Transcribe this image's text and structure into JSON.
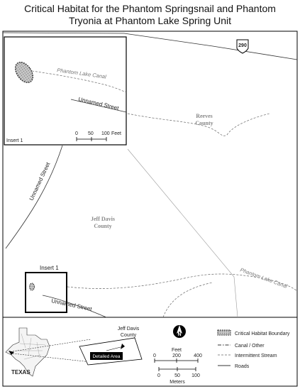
{
  "title": {
    "line1": "Critical Habitat for the Phantom Springsnail and Phantom",
    "line2": "Tryonia at Phantom Lake Spring Unit"
  },
  "map": {
    "highway_shield": "290",
    "county_reeves_line1": "Reeves",
    "county_reeves_line2": "County",
    "county_jeffdavis_line1": "Jeff Davis",
    "county_jeffdavis_line2": "County",
    "unnamed_street_vertical": "Unnamed Street",
    "unnamed_street_bottom": "Unnamed Street",
    "canal_label": "Phantom Lake Canal",
    "insert_marker_label": "Insert 1"
  },
  "inset": {
    "label": "Insert 1",
    "canal_label": "Phantom Lake Canal",
    "street_label": "Unnamed Street",
    "scale_ticks": [
      "0",
      "50",
      "100"
    ],
    "scale_unit": "Feet"
  },
  "locator": {
    "state_label": "TEXAS",
    "county_label_line1": "Jeff Davis",
    "county_label_line2": "County",
    "detailed_area_label": "Detailed Area"
  },
  "scalebar": {
    "feet_unit": "Feet",
    "feet_ticks": [
      "0",
      "200",
      "400"
    ],
    "meters_ticks": [
      "0",
      "50",
      "100"
    ],
    "meters_unit": "Meters"
  },
  "north_arrow": {
    "letter": "N"
  },
  "legend": {
    "items": [
      {
        "label": "Critical Habitat Boundary"
      },
      {
        "label": "Canal / Other"
      },
      {
        "label": "Intermittent Stream"
      },
      {
        "label": "Roads"
      }
    ]
  }
}
